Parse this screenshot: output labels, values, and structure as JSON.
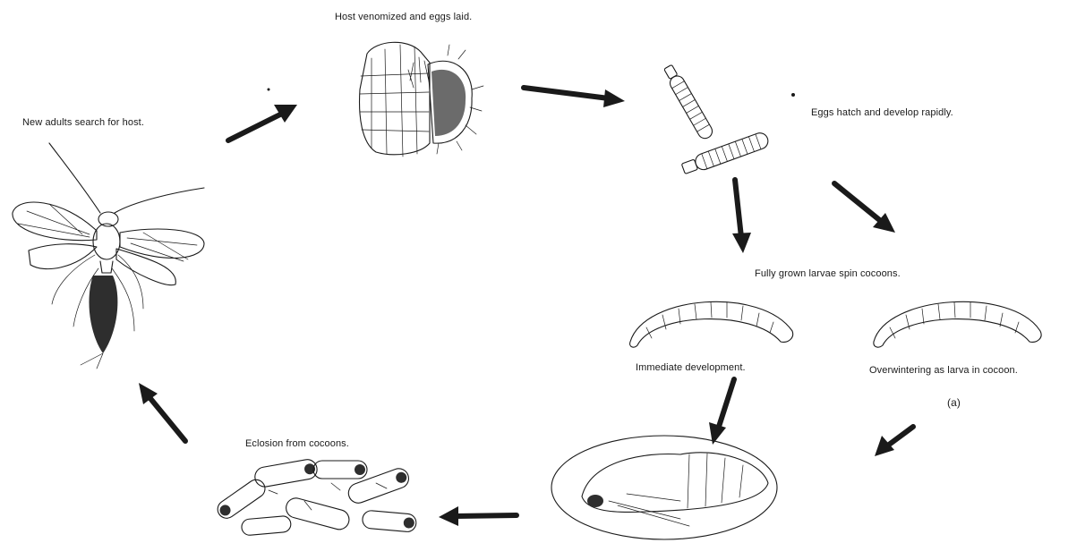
{
  "labels": {
    "host_venomized": "Host venomized and eggs laid.",
    "eggs_hatch": "Eggs hatch and develop rapidly.",
    "new_adults": "New adults search for host.",
    "larvae_spin": "Fully grown larvae spin cocoons.",
    "immediate_development": "Immediate development.",
    "overwintering": "Overwintering as larva in cocoon.",
    "eclosion": "Eclosion from cocoons.",
    "panel_marker": "(a)"
  },
  "colors": {
    "ink": "#1a1a1a",
    "background": "#ffffff"
  }
}
